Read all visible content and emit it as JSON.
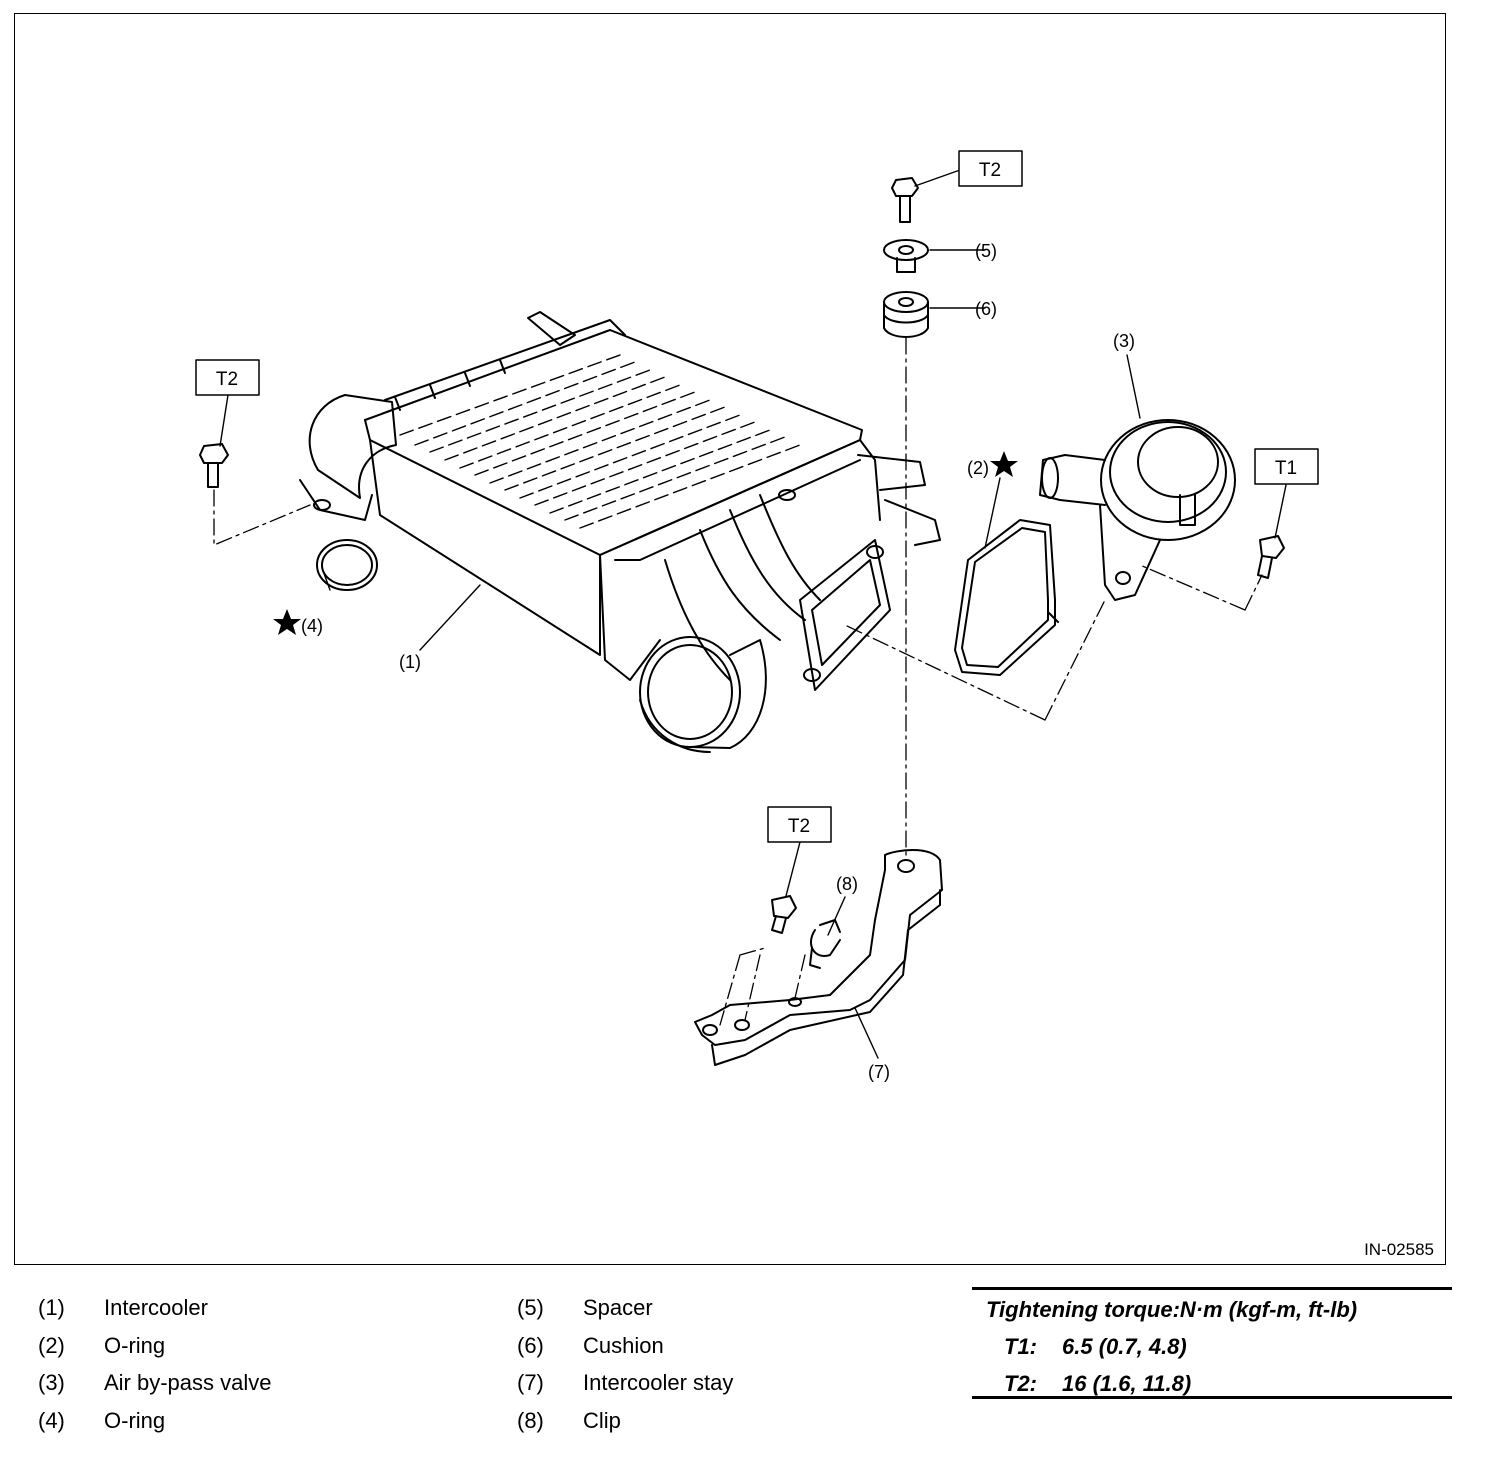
{
  "figure_id": "IN-02585",
  "callouts": {
    "c1": "(1)",
    "c2": "(2)",
    "c3": "(3)",
    "c4": "(4)",
    "c5": "(5)",
    "c6": "(6)",
    "c7": "(7)",
    "c8": "(8)"
  },
  "torque_tags": {
    "tag_top": "T2",
    "tag_left": "T2",
    "tag_bottom": "T2",
    "tag_right": "T1"
  },
  "legend": [
    {
      "num": "(1)",
      "name": "Intercooler"
    },
    {
      "num": "(2)",
      "name": "O-ring"
    },
    {
      "num": "(3)",
      "name": "Air by-pass valve"
    },
    {
      "num": "(4)",
      "name": "O-ring"
    },
    {
      "num": "(5)",
      "name": "Spacer"
    },
    {
      "num": "(6)",
      "name": "Cushion"
    },
    {
      "num": "(7)",
      "name": "Intercooler stay"
    },
    {
      "num": "(8)",
      "name": "Clip"
    }
  ],
  "torque_spec": {
    "title": "Tightening torque:N·m (kgf-m, ft-lb)",
    "t1_label": "T1:",
    "t1_value": "6.5 (0.7, 4.8)",
    "t2_label": "T2:",
    "t2_value": "16 (1.6, 11.8)"
  }
}
